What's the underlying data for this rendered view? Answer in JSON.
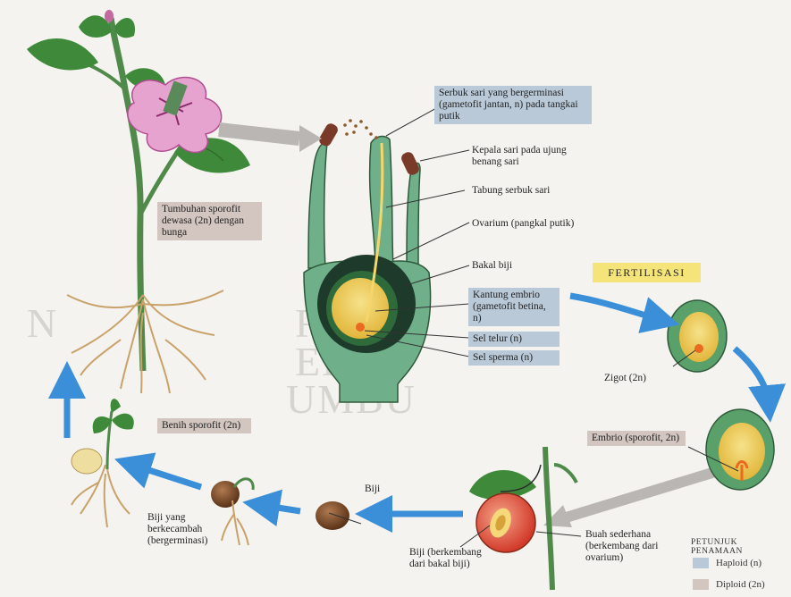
{
  "labels": {
    "germinated_pollen": "Serbuk sari yang bergerminasi (gametofit jantan, n) pada tangkai putik",
    "anther": "Kepala sari pada ujung benang sari",
    "pollen_tube": "Tabung serbuk sari",
    "ovary": "Ovarium (pangkal putik)",
    "ovule": "Bakal biji",
    "embryo_sac": "Kantung embrio (gametofit betina, n)",
    "egg_cell": "Sel telur (n)",
    "sperm_cell": "Sel sperma (n)",
    "mature_sporophyte": "Tumbuhan sporofit dewasa (2n) dengan bunga",
    "sporophyte_seedling": "Benih sporofit (2n)",
    "zygote": "Zigot (2n)",
    "embryo": "Embrio (sporofit, 2n)",
    "seed": "Biji",
    "germinating_seed": "Biji yang berkecambah (bergerminasi)",
    "seed_from_ovule": "Biji (berkembang dari bakal biji)",
    "simple_fruit": "Buah sederhana (berkembang dari ovarium)",
    "fertilization": "FERTILISASI"
  },
  "legend": {
    "title": "PETUNJUK PENAMAAN",
    "haploid": "Haploid (n)",
    "diploid": "Diploid (2n)"
  },
  "colors": {
    "haploid": "#b9c9d8",
    "diploid": "#d3c6c0",
    "arrow": "#3a8fd8",
    "banner": "#f4e47a"
  }
}
